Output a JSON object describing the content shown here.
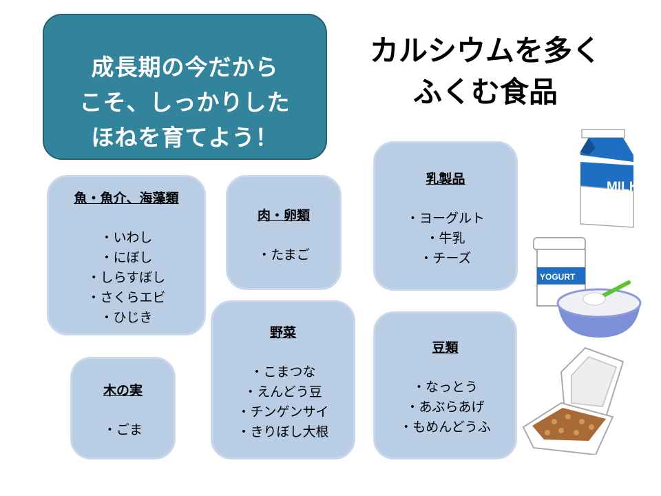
{
  "title_box": {
    "lines": [
      "成長期の今だから",
      "こそ、しっかりした",
      "ほねを育てよう！"
    ]
  },
  "heading": {
    "lines": [
      "カルシウムを多く",
      "ふくむ食品"
    ]
  },
  "categories": {
    "fish": {
      "title": "魚・魚介、海藻類",
      "items": [
        "・いわし",
        "・にぼし",
        "・しらすぼし",
        "・さくらエビ",
        "・ひじき"
      ]
    },
    "meat": {
      "title": "肉・卵類",
      "items": [
        "・たまご"
      ]
    },
    "vegetables": {
      "title": "野菜",
      "items": [
        "・こまつな",
        "・えんどう豆",
        "・チンゲンサイ",
        "・きりぼし大根"
      ]
    },
    "nuts": {
      "title": "木の実",
      "items": [
        "・ごま"
      ]
    },
    "dairy": {
      "title": "乳製品",
      "items": [
        "・ヨーグルト",
        "・牛乳",
        "・チーズ"
      ]
    },
    "beans": {
      "title": "豆類",
      "items": [
        "・なっとう",
        "・あぶらあげ",
        "・もめんどうふ"
      ]
    }
  },
  "illustrations": {
    "milk_label": "MILK",
    "yogurt_label": "YOGURT"
  },
  "colors": {
    "title_bg": "#31849b",
    "box_bg": "#b9cde5",
    "milk_blue": "#1e6fc4"
  }
}
